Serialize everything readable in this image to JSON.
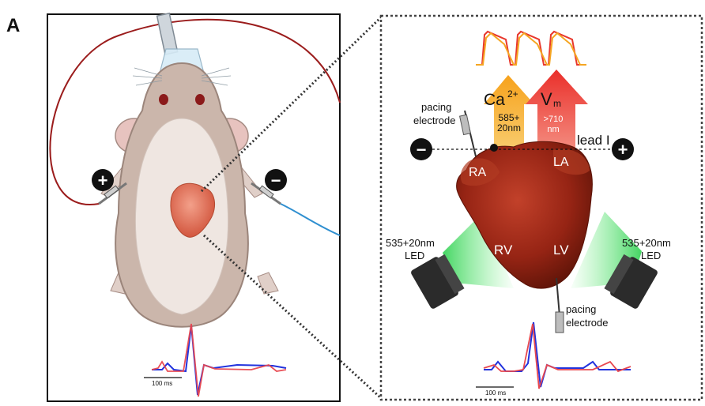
{
  "panel_label": "A",
  "left_panel": {
    "scale_bar": "100 ms",
    "electrodes": {
      "positive": "+",
      "negative": "−"
    }
  },
  "right_panel": {
    "pacing_top": [
      "pacing",
      "electrode"
    ],
    "pacing_bottom": [
      "pacing",
      "electrode"
    ],
    "ca_arrow": {
      "symbol": "Ca",
      "superscript": "2+",
      "wavelength": [
        "585+",
        "20nm"
      ]
    },
    "vm_arrow": {
      "symbol": "V",
      "subscript": "m",
      "wavelength": [
        ">710",
        "nm"
      ]
    },
    "lead": "lead I",
    "chambers": {
      "ra": "RA",
      "la": "LA",
      "rv": "RV",
      "lv": "LV"
    },
    "led_left": [
      "535+20nm",
      "LED"
    ],
    "led_right": [
      "535+20nm",
      "LED"
    ],
    "scale_bar": "100 ms"
  },
  "colors": {
    "ca_arrow": "#f5a623",
    "vm_arrow": "#e8372c",
    "ecg_blue": "#2233dd",
    "ecg_red": "#e8484f",
    "ecg_purple": "#a0309a",
    "led_green": "#55e36a",
    "wire_red": "#9b1c1c",
    "wire_blue": "#2f8fd0",
    "heart": "#9a2a1a",
    "mouse_body": "#c9b5aa"
  }
}
